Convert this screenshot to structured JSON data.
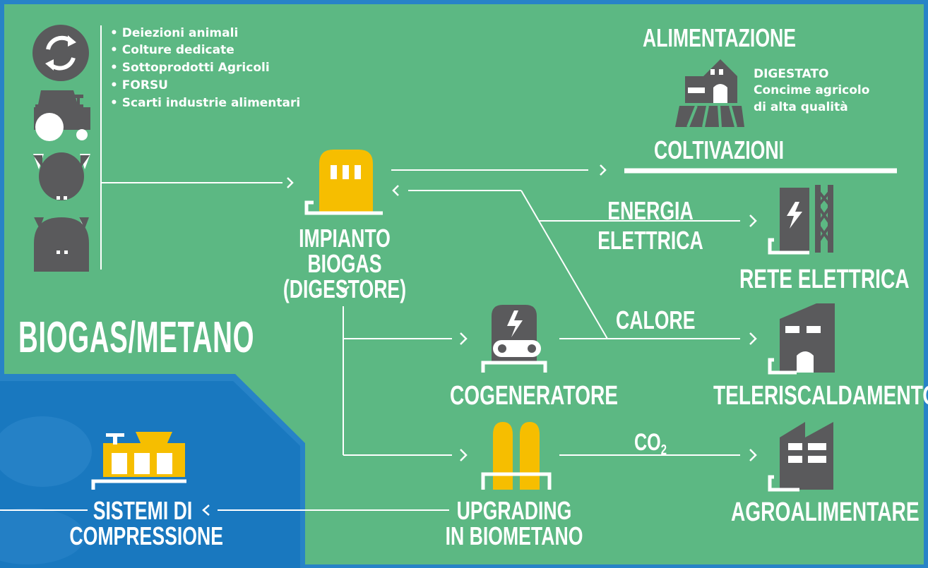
{
  "colors": {
    "green_panel": "#5cb883",
    "blue_panel": "#1a7cc4",
    "dark_gray": "#5a5a5c",
    "yellow": "#f6be00",
    "white": "#ffffff"
  },
  "sources": {
    "items": [
      "• Deiezioni animali",
      "• Colture dedicate",
      "• Sottoprodotti Agricoli",
      "• FORSU",
      "• Scarti industrie alimentari"
    ],
    "icons": [
      "recycle-icon",
      "tractor-icon",
      "cow-icon",
      "pig-icon"
    ]
  },
  "nodes": {
    "impianto": "IMPIANTO BIOGAS\n(DIGESTORE)",
    "cogeneratore": "COGENERATORE",
    "upgrading": "UPGRADING\nIN BIOMETANO",
    "compressione": "SISTEMI DI\nCOMPRESSIONE",
    "rete": "RETE ELETTRICA",
    "teleriscaldamento": "TELERISCALDAMENTO",
    "agroalimentare": "AGROALIMENTARE",
    "alimentazione": "ALIMENTAZIONE",
    "coltivazioni": "COLTIVAZIONI"
  },
  "flows": {
    "energia": "ENERGIA\nELETTRICA",
    "calore": "CALORE",
    "co2": "CO",
    "co2_sub": "2"
  },
  "digestato": {
    "title": "DIGESTATO",
    "line1": "Concime agricolo",
    "line2": "di alta qualità"
  },
  "main_title": "BIOGAS/METANO"
}
